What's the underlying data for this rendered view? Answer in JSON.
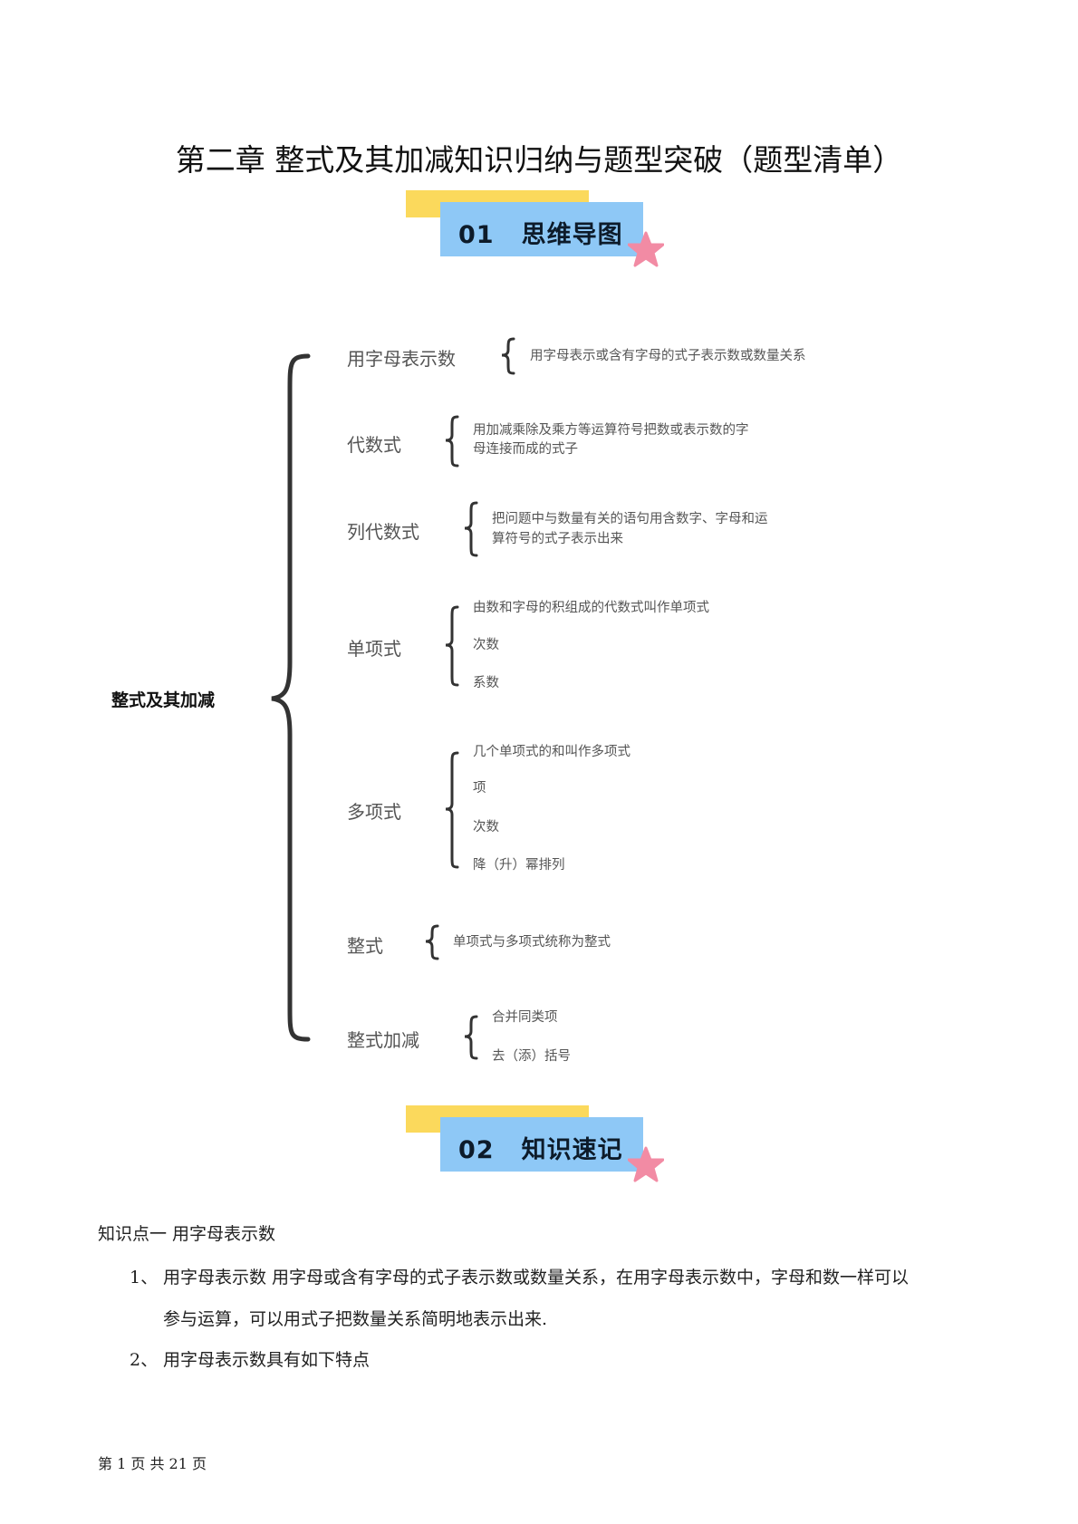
{
  "title": "第二章  整式及其加减知识归纳与题型突破（题型清单）",
  "sections": [
    {
      "number": "01",
      "label": "思维导图"
    },
    {
      "number": "02",
      "label": "知识速记"
    }
  ],
  "mindmap": {
    "root": "整式及其加减",
    "branches": [
      {
        "label": "用字母表示数",
        "leaves": [
          "用字母表示或含有字母的式子表示数或数量关系"
        ]
      },
      {
        "label": "代数式",
        "leaves": [
          "用加减乘除及乘方等运算符号把数或表示数的字母连接而成的式子"
        ],
        "lines": [
          "用加减乘除及乘方等运算符号把数或表示数的字",
          "母连接而成的式子"
        ]
      },
      {
        "label": "列代数式",
        "leaves": [
          "把问题中与数量有关的语句用含数字、字母和运算符号的式子表示出来"
        ],
        "lines": [
          "把问题中与数量有关的语句用含数字、字母和运",
          "算符号的式子表示出来"
        ]
      },
      {
        "label": "单项式",
        "leaves": [
          "由数和字母的积组成的代数式叫作单项式",
          "次数",
          "系数"
        ]
      },
      {
        "label": "多项式",
        "leaves": [
          "几个单项式的和叫作多项式",
          "项",
          "次数",
          "降（升）幂排列"
        ]
      },
      {
        "label": "整式",
        "leaves": [
          "单项式与多项式统称为整式"
        ]
      },
      {
        "label": "整式加减",
        "leaves": [
          "合并同类项",
          "去（添）括号"
        ]
      }
    ]
  },
  "knowledge": {
    "heading": "知识点一    用字母表示数",
    "items": [
      {
        "num": "1、",
        "line1": "用字母表示数  用字母或含有字母的式子表示数或数量关系，在用字母表示数中，字母和数一样可以",
        "line2": "参与运算，可以用式子把数量关系简明地表示出来."
      },
      {
        "num": "2、",
        "line1": "用字母表示数具有如下特点"
      }
    ]
  },
  "footer": "第 1 页 共 21 页",
  "colors": {
    "banner_yellow": "#fbd95c",
    "banner_blue": "#8ec8f6",
    "star_pink": "#f28ba4"
  }
}
